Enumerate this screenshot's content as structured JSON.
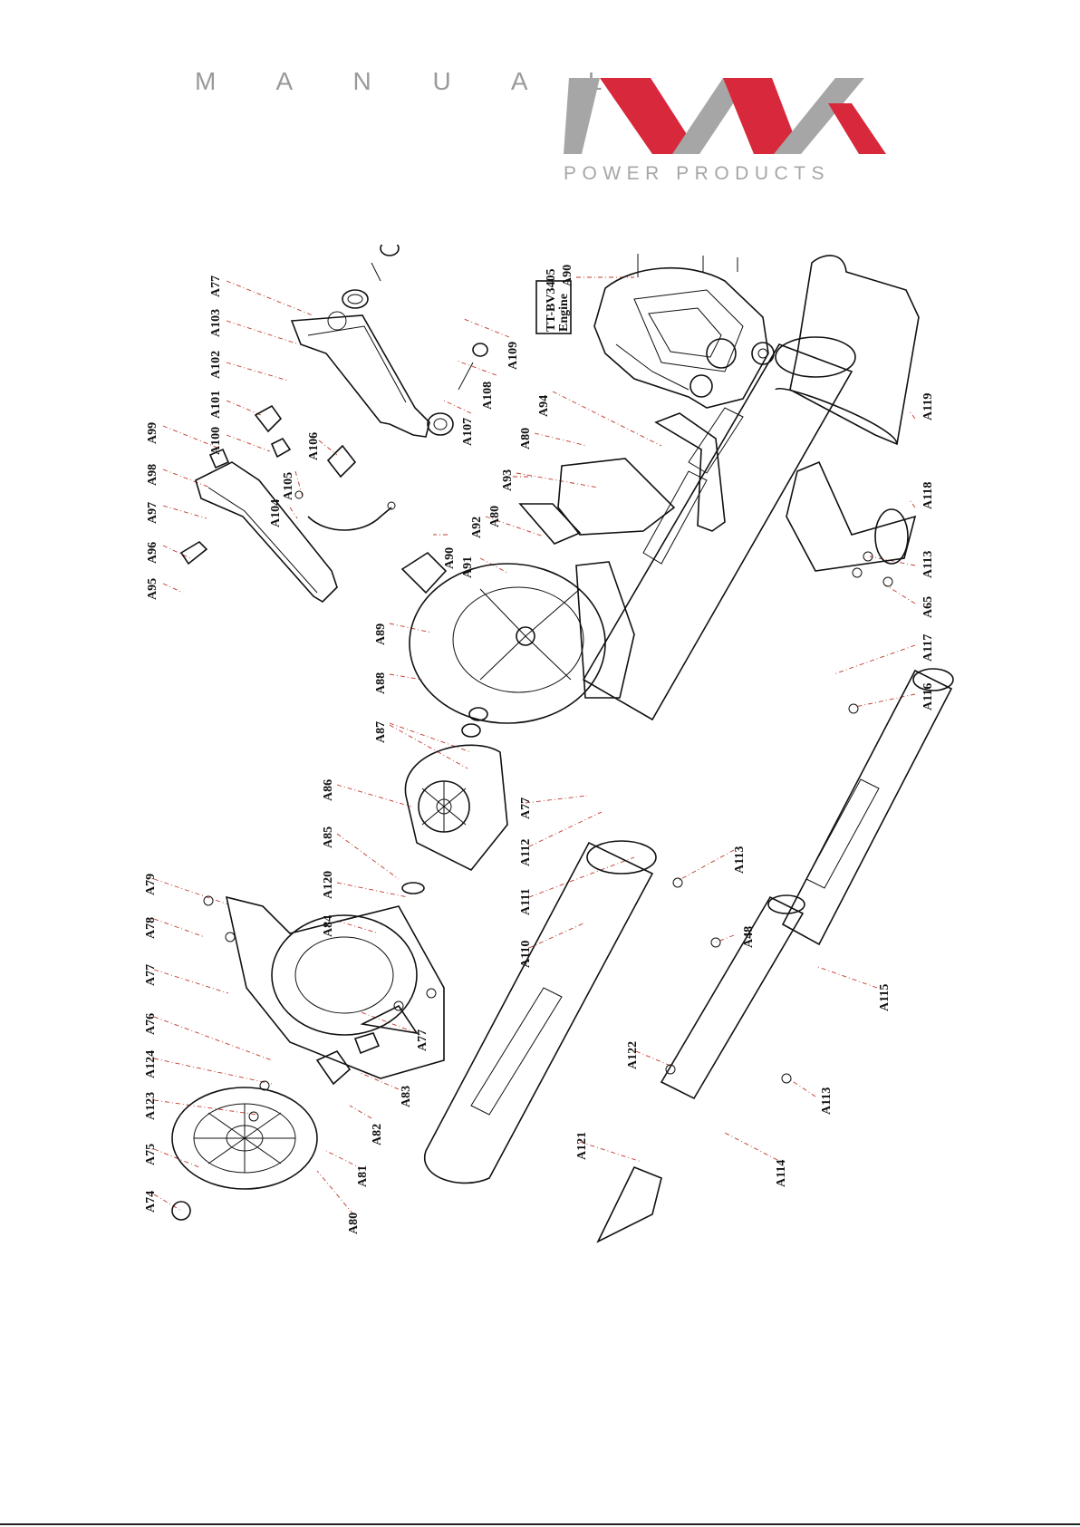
{
  "header": {
    "manual_label": "M A N U A L",
    "brand": {
      "tagline": "POWER PRODUCTS",
      "colors": {
        "red": "#d8283c",
        "gray": "#a6a6a6"
      }
    }
  },
  "engine_box": {
    "line1": "TT-BV3405",
    "line2": "Engine"
  },
  "labels": [
    {
      "id": "l1",
      "text": "A77"
    },
    {
      "id": "l2",
      "text": "A103"
    },
    {
      "id": "l3",
      "text": "A102"
    },
    {
      "id": "l4",
      "text": "A101"
    },
    {
      "id": "l5",
      "text": "A100"
    },
    {
      "id": "l6",
      "text": "A99"
    },
    {
      "id": "l7",
      "text": "A98"
    },
    {
      "id": "l8",
      "text": "A97"
    },
    {
      "id": "l9",
      "text": "A96"
    },
    {
      "id": "l10",
      "text": "A95"
    },
    {
      "id": "l11",
      "text": "A106"
    },
    {
      "id": "l12",
      "text": "A105"
    },
    {
      "id": "l13",
      "text": "A104"
    },
    {
      "id": "l14",
      "text": "A109"
    },
    {
      "id": "l15",
      "text": "A108"
    },
    {
      "id": "l16",
      "text": "A107"
    },
    {
      "id": "l17",
      "text": "A90"
    },
    {
      "id": "l18",
      "text": "A94"
    },
    {
      "id": "l19",
      "text": "A80"
    },
    {
      "id": "l20",
      "text": "A93"
    },
    {
      "id": "l21",
      "text": "A80"
    },
    {
      "id": "l22",
      "text": "A92"
    },
    {
      "id": "l23",
      "text": "A91"
    },
    {
      "id": "l24",
      "text": "A90"
    },
    {
      "id": "l25",
      "text": "A89"
    },
    {
      "id": "l26",
      "text": "A88"
    },
    {
      "id": "l27",
      "text": "A87"
    },
    {
      "id": "l28",
      "text": "A86"
    },
    {
      "id": "l29",
      "text": "A85"
    },
    {
      "id": "l30",
      "text": "A120"
    },
    {
      "id": "l31",
      "text": "A84"
    },
    {
      "id": "l32",
      "text": "A77"
    },
    {
      "id": "l33",
      "text": "A112"
    },
    {
      "id": "l34",
      "text": "A111"
    },
    {
      "id": "l35",
      "text": "A110"
    },
    {
      "id": "l36",
      "text": "A119"
    },
    {
      "id": "l37",
      "text": "A118"
    },
    {
      "id": "l38",
      "text": "A113"
    },
    {
      "id": "l39",
      "text": "A65"
    },
    {
      "id": "l40",
      "text": "A117"
    },
    {
      "id": "l41",
      "text": "A116"
    },
    {
      "id": "l42",
      "text": "A113"
    },
    {
      "id": "l43",
      "text": "A48"
    },
    {
      "id": "l44",
      "text": "A115"
    },
    {
      "id": "l45",
      "text": "A113"
    },
    {
      "id": "l46",
      "text": "A114"
    },
    {
      "id": "l47",
      "text": "A122"
    },
    {
      "id": "l48",
      "text": "A121"
    },
    {
      "id": "l49",
      "text": "A79"
    },
    {
      "id": "l50",
      "text": "A78"
    },
    {
      "id": "l51",
      "text": "A77"
    },
    {
      "id": "l52",
      "text": "A76"
    },
    {
      "id": "l53",
      "text": "A124"
    },
    {
      "id": "l54",
      "text": "A123"
    },
    {
      "id": "l55",
      "text": "A75"
    },
    {
      "id": "l56",
      "text": "A74"
    },
    {
      "id": "l57",
      "text": "A77"
    },
    {
      "id": "l58",
      "text": "A83"
    },
    {
      "id": "l59",
      "text": "A82"
    },
    {
      "id": "l60",
      "text": "A81"
    },
    {
      "id": "l61",
      "text": "A80"
    }
  ]
}
